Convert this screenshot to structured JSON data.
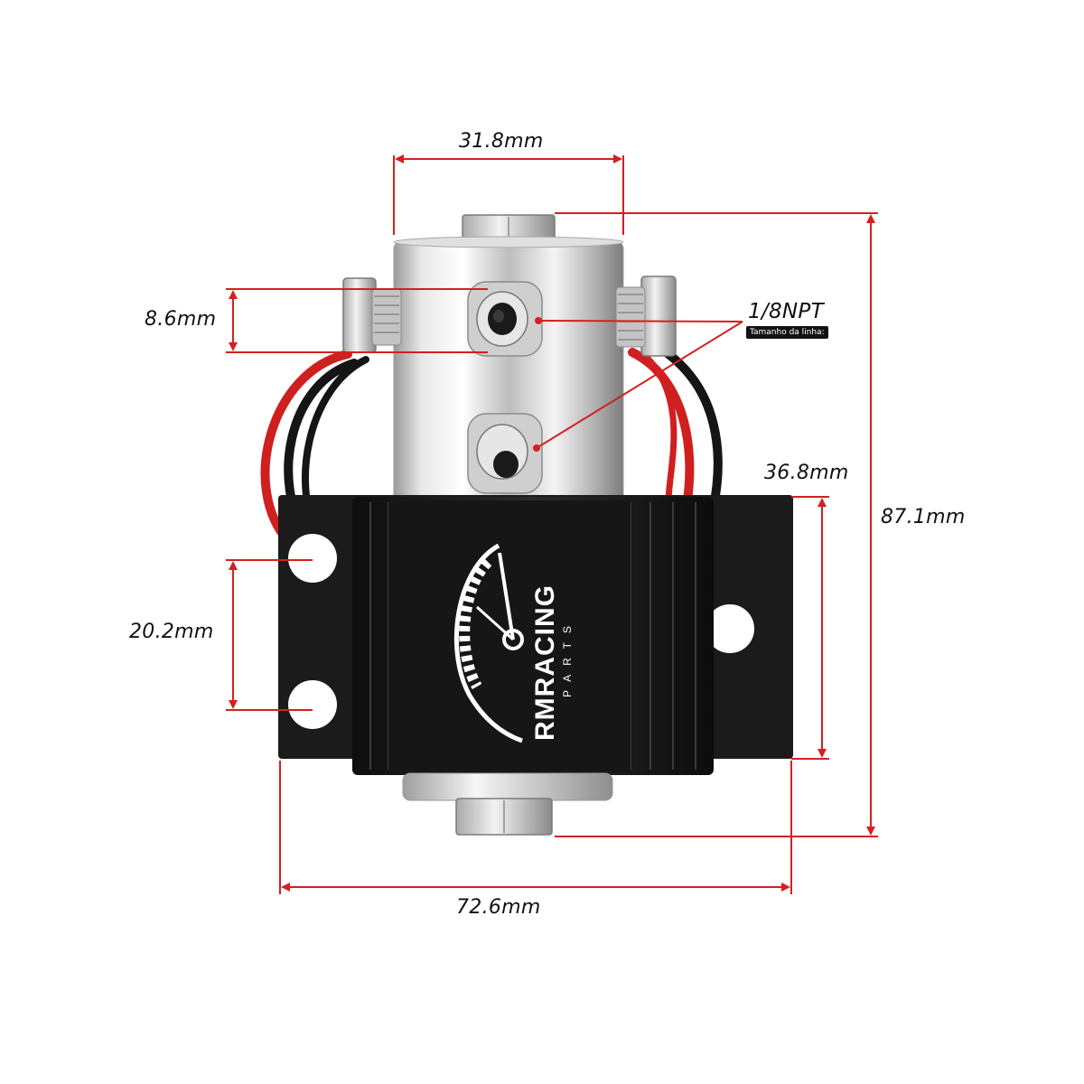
{
  "dimensions": {
    "width_top": "31.8mm",
    "port_spacing": "8.6mm",
    "thread": "1/8NPT",
    "thread_note": "Tamanho da linha:",
    "bracket_height": "36.8mm",
    "overall_height": "87.1mm",
    "hole_spacing": "20.2mm",
    "overall_width": "72.6mm"
  },
  "brand": {
    "name": "RMRACING",
    "sub": "PARTS"
  },
  "colors": {
    "dimension_line": "#d42020",
    "text": "#111111",
    "bracket": "#1b1b1b",
    "chrome": "#d8d8d8",
    "wire_red": "#d01f1f",
    "wire_black": "#151515"
  },
  "icons": [
    "gauge-logo-icon"
  ]
}
